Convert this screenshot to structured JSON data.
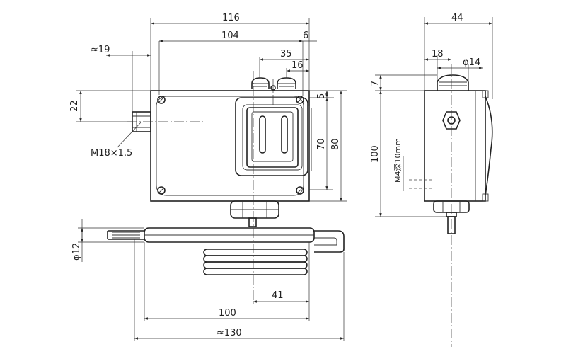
{
  "front_view": {
    "dims": {
      "overall_width": "116",
      "flange_to_stem": "104",
      "edge_offset": "6",
      "stem_offset": "35",
      "screw_offset": "16",
      "fitting_projection": "≈19",
      "fitting_height": "22",
      "fitting_thread": "M18×1.5",
      "top_offset": "5",
      "inner_height": "70",
      "overall_height": "80",
      "tube_diameter": "φ12",
      "coil_offset": "41",
      "tube_length": "100",
      "overall_length": "≈130"
    }
  },
  "side_view": {
    "dims": {
      "overall_depth": "44",
      "knob_offset": "18",
      "knob_diameter": "φ14",
      "knob_height": "7",
      "overall_height": "100",
      "mount_thread": "M4深10mm"
    }
  }
}
